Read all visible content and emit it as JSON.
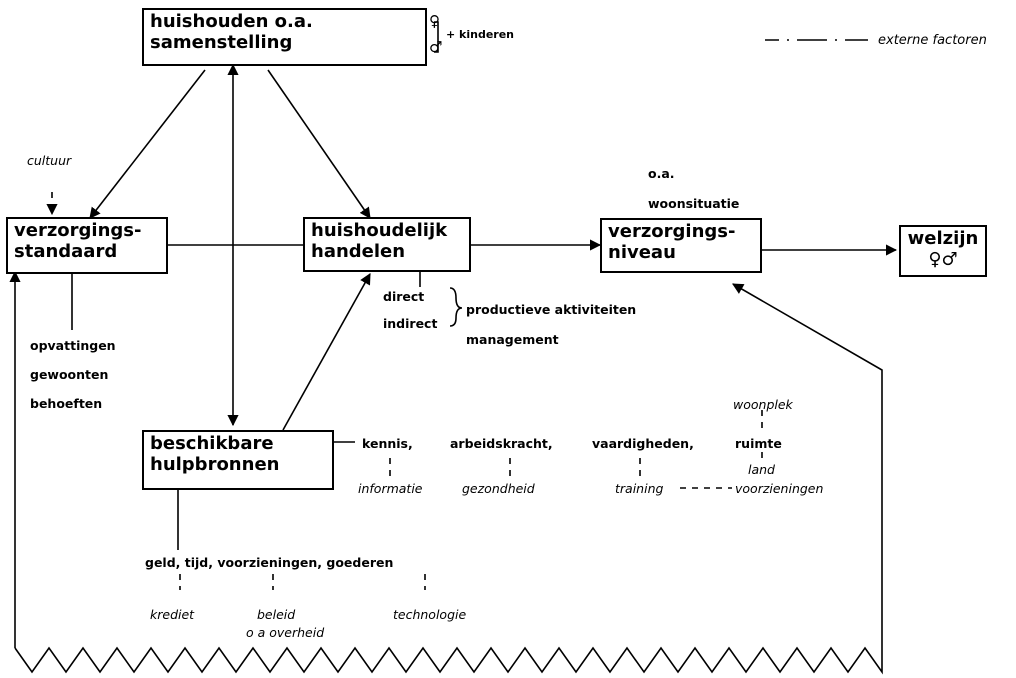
{
  "boxes": {
    "huishouden": [
      "huishouden o.a.",
      "samenstelling"
    ],
    "verzorgingsstandaard": [
      "verzorgings-",
      "standaard"
    ],
    "huishoudelijk": [
      "huishoudelijk",
      "handelen"
    ],
    "verzorgingsniveau": [
      "verzorgings-",
      "niveau"
    ],
    "welzijn": [
      "welzijn",
      "♀♂"
    ],
    "hulpbronnen": [
      "beschikbare",
      "hulpbronnen"
    ]
  },
  "symbols": {
    "female": "♀",
    "male": "♂"
  },
  "labels": {
    "kinderen": "+ kinderen",
    "legend": "externe factoren",
    "cultuur": "cultuur",
    "oa": "o.a.",
    "woonsituatie": "woonsituatie",
    "direct": "direct",
    "indirect": "indirect",
    "productieve": "productieve aktiviteiten",
    "management": "management",
    "opvattingen": "opvattingen",
    "gewoonten": "gewoonten",
    "behoeften": "behoeften",
    "kennis": "kennis,",
    "informatie": "informatie",
    "arbeidskracht": "arbeidskracht,",
    "gezondheid": "gezondheid",
    "vaardigheden": "vaardigheden,",
    "training": "training",
    "woonplek": "woonplek",
    "ruimte": "ruimte",
    "land": "land",
    "voorzieningen_ext": "voorzieningen",
    "middelen": "geld, tijd, voorzieningen, goederen",
    "krediet": "krediet",
    "beleid": "beleid",
    "overheid": "o a  overheid",
    "technologie": "technologie"
  },
  "colors": {
    "ink": "#000000",
    "background": "#ffffff"
  }
}
